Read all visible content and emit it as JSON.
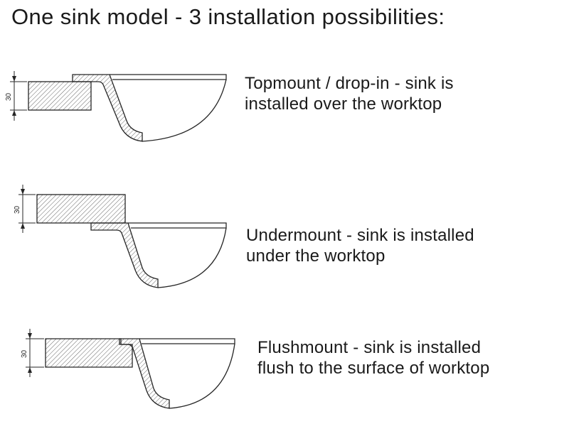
{
  "title": "One sink model - 3 installation possibilities:",
  "rows": [
    {
      "id": "topmount",
      "label": "Topmount / drop-in - sink is installed over the worktop",
      "dimension": "30"
    },
    {
      "id": "undermount",
      "label": "Undermount - sink is installed under the worktop",
      "dimension": "30"
    },
    {
      "id": "flushmount",
      "label": "Flushmount - sink is installed flush to the surface of worktop",
      "dimension": "30"
    }
  ]
}
